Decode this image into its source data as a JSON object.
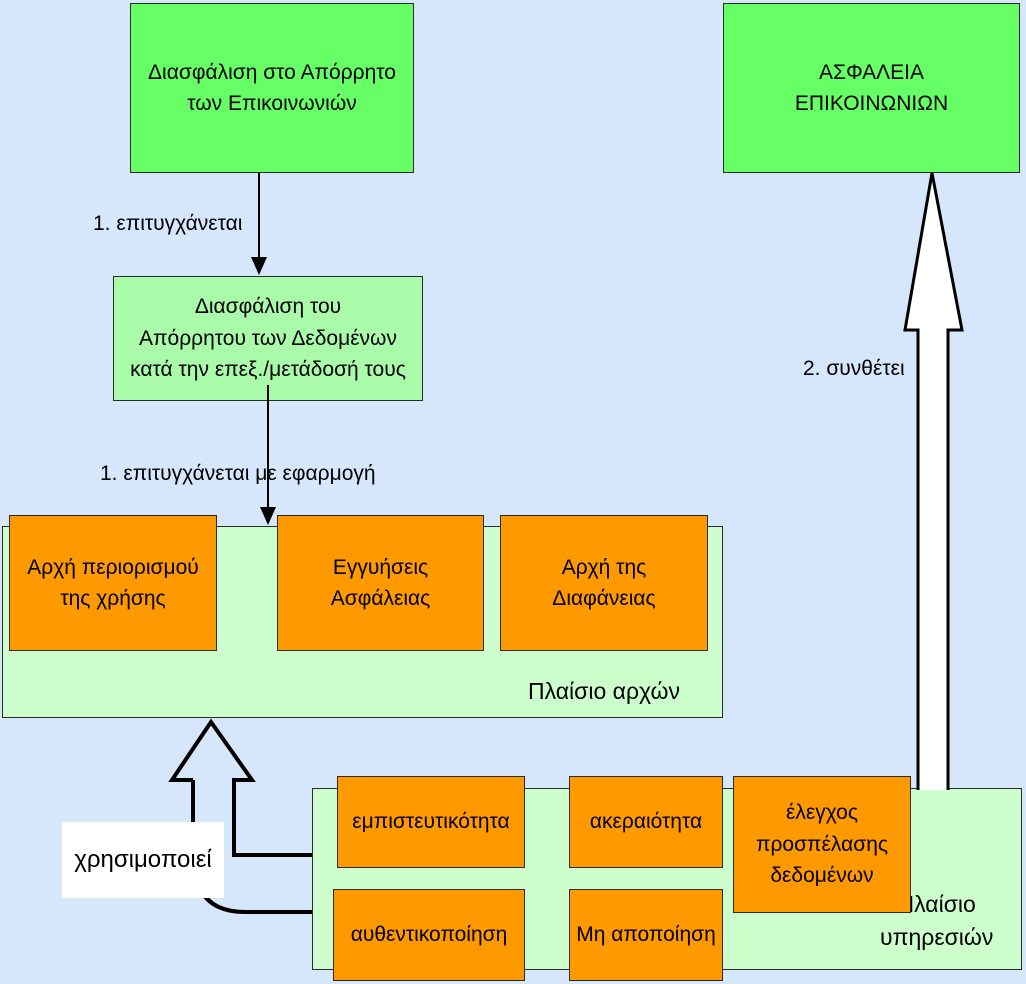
{
  "top_left_box": {
    "text": "Διασφάλιση στο Απόρρητο\nτων Επικοινωνιών"
  },
  "top_right_box": {
    "text": "ΑΣΦΑΛΕΙΑ\nΕΠΙΚΟΙΝΩΝΙΩΝ"
  },
  "middle_box": {
    "text": "Διασφάλιση του\nΑπόρρητου των Δεδομένων\nκατά την επεξ./μετάδοσή τους"
  },
  "edges": {
    "achieved_1": "1. επιτυγχάνεται",
    "achieved_2": "1. επιτυγχάνεται με εφαρμογή",
    "composes": "2. συνθέτει",
    "uses": "χρησιμοποιεί"
  },
  "principles_frame": {
    "label": "Πλαίσιο αρχών",
    "items": [
      "Αρχή περιορισμού\nτης χρήσης",
      "Εγγυήσεις\nΑσφάλειας",
      "Αρχή της\nΔιαφάνειας"
    ]
  },
  "services_frame": {
    "label": "Πλαίσιο\nυπηρεσιών",
    "items": [
      "εμπιστευτικότητα",
      "ακεραιότητα",
      "έλεγχος\nπροσπέλασης\nδεδομένων",
      "αυθεντικοποίηση",
      "Μη αποποίηση"
    ]
  }
}
